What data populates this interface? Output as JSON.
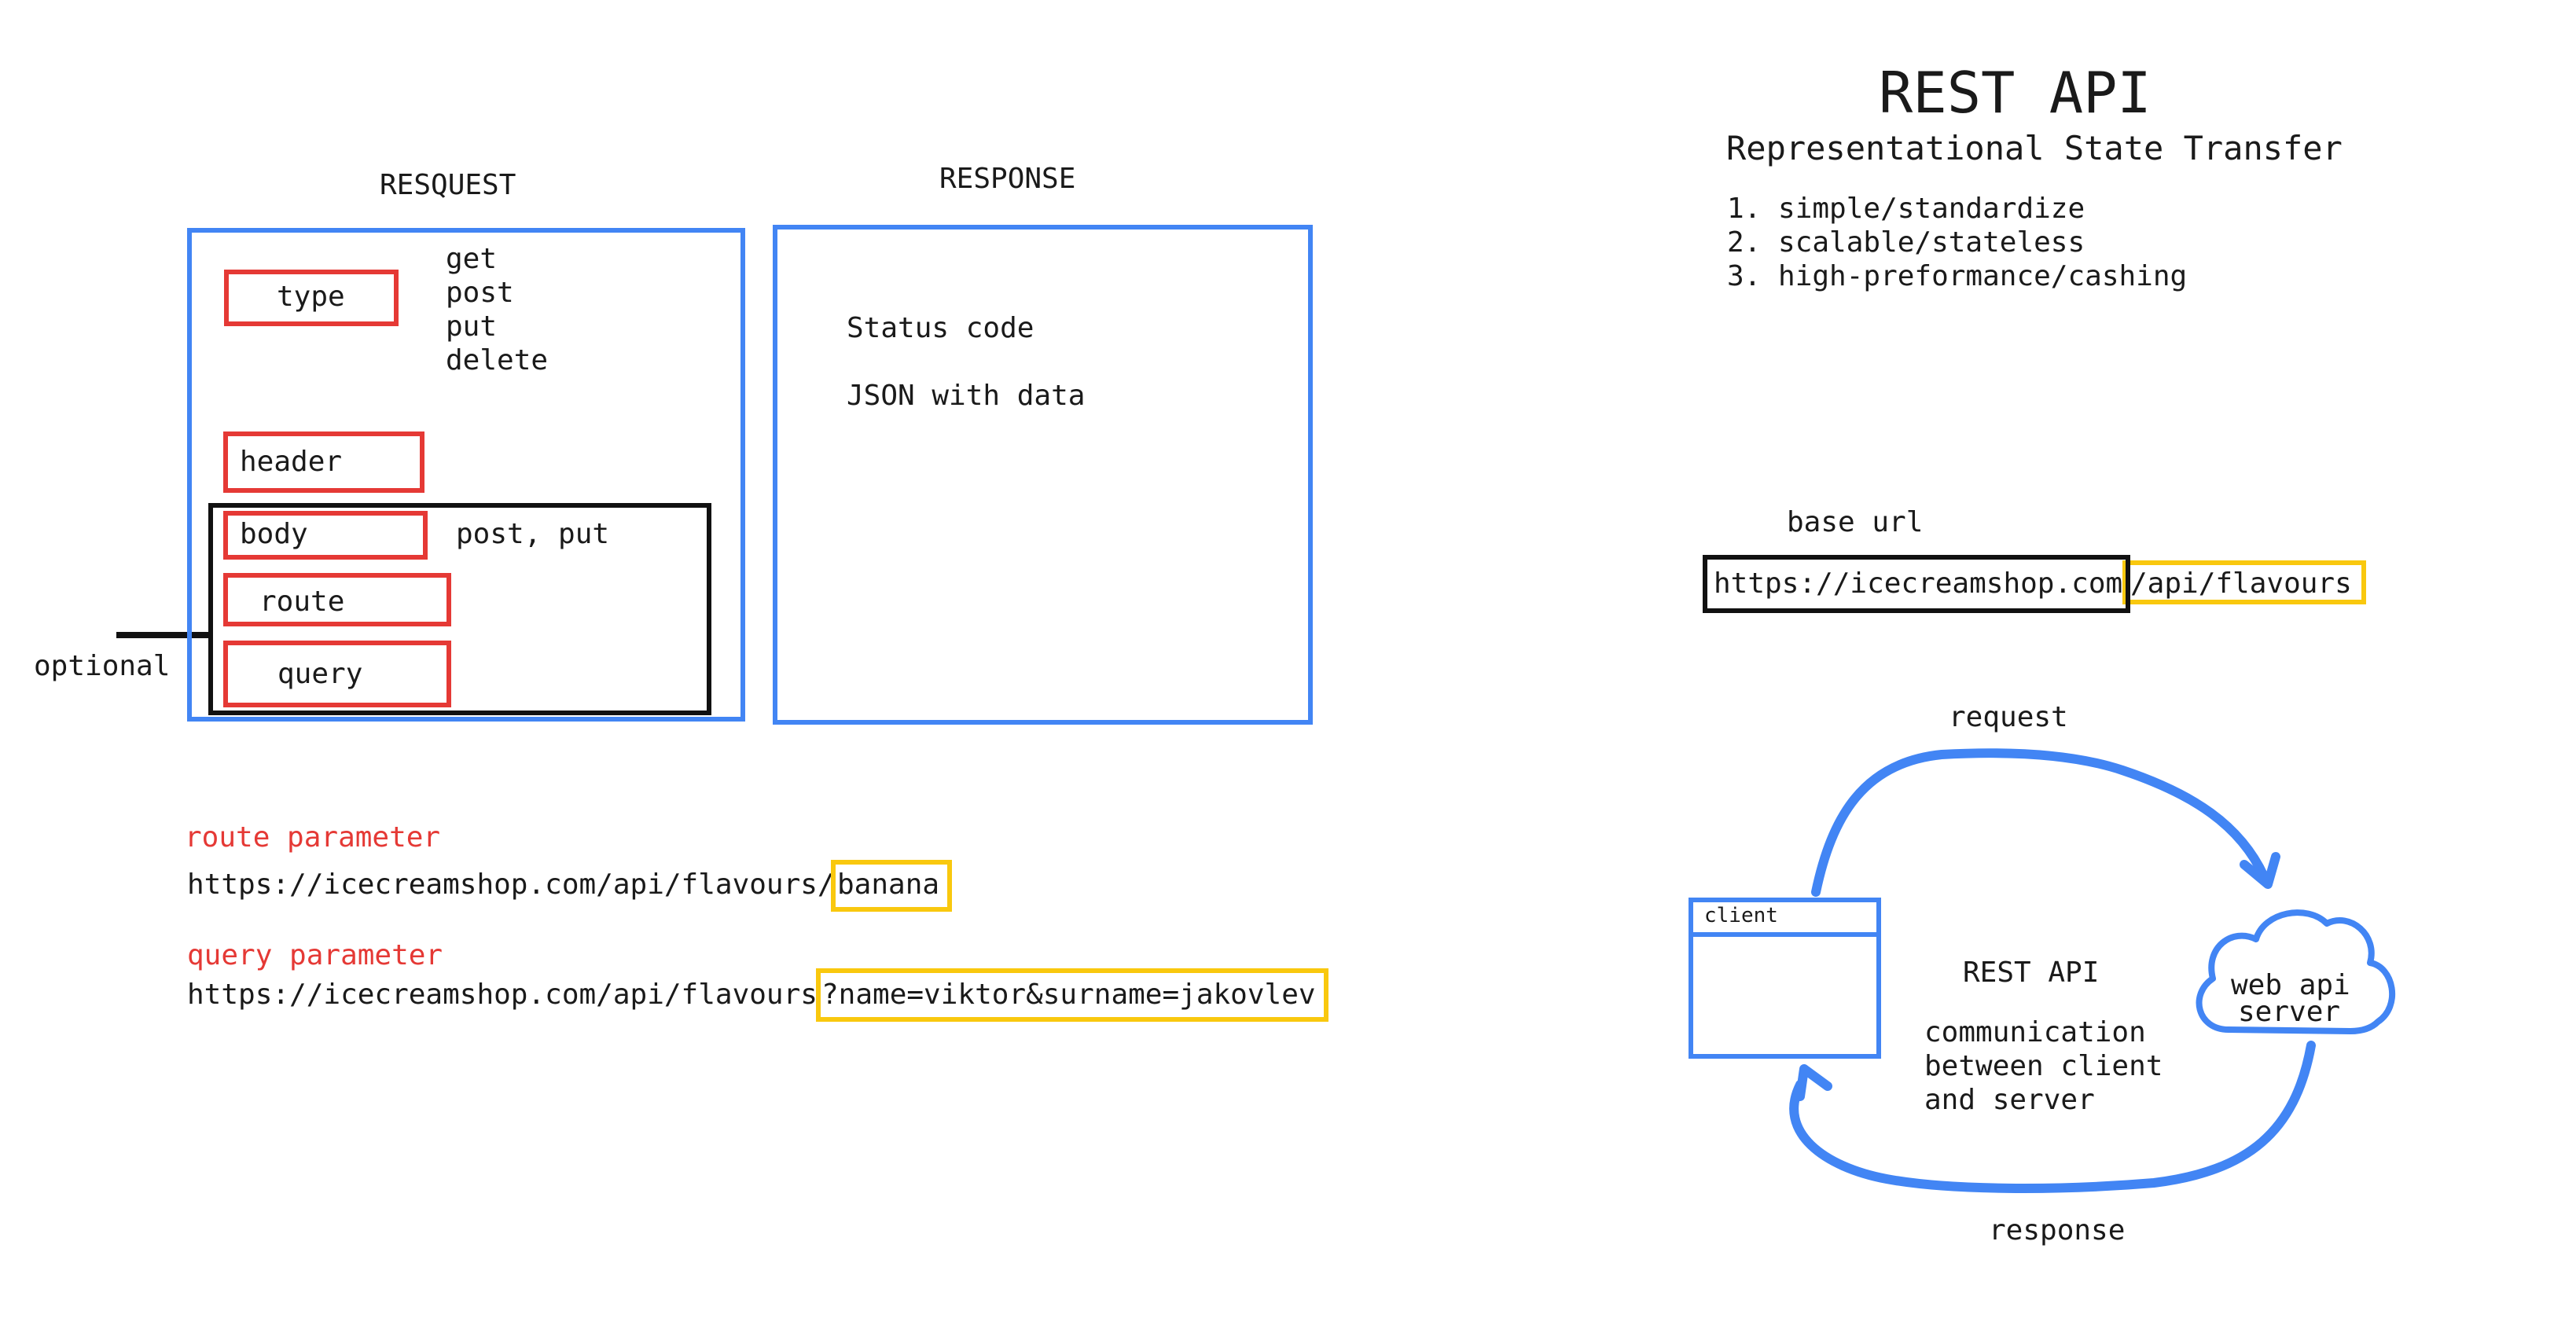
{
  "colors": {
    "blue": "#4285f4",
    "red": "#e53935",
    "black": "#111111",
    "yellow": "#f9c80e",
    "text": "#1a1a1a"
  },
  "request": {
    "heading": "RESQUEST",
    "type_label": "type",
    "methods": [
      "get",
      "post",
      "put",
      "delete"
    ],
    "header_label": "header",
    "body_label": "body",
    "body_note": "post, put",
    "route_label": "route",
    "query_label": "query",
    "optional_label": "optional"
  },
  "response": {
    "heading": "RESPONSE",
    "status_code": "Status code",
    "json_data": "JSON with data"
  },
  "route_param": {
    "label": "route parameter",
    "url_base": "https://icecreamshop.com/api/flavours/",
    "url_param": "banana"
  },
  "query_param": {
    "label": "query parameter",
    "url_base": "https://icecreamshop.com/api/flavours",
    "url_param": "?name=viktor&surname=jakovlev"
  },
  "rest": {
    "title": "REST API",
    "subtitle": "Representational State Transfer",
    "points": [
      "1. simple/standardize",
      "2. scalable/stateless",
      "3. high-preformance/cashing"
    ]
  },
  "base_url": {
    "label": "base url",
    "base": "https://icecreamshop.com",
    "path": "/api/flavours"
  },
  "flow": {
    "request_label": "request",
    "response_label": "response",
    "client_label": "client",
    "server_label_line1": "web api",
    "server_label_line2": "server",
    "center_title": "REST API",
    "center_desc": [
      "communication",
      "between client",
      "and server"
    ]
  }
}
